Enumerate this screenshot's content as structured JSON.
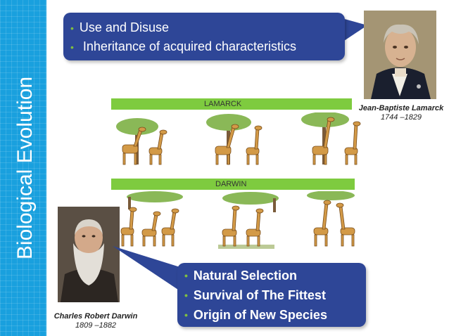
{
  "sidebar": {
    "title": "Biological Evolution",
    "color": "#19a0de"
  },
  "lamarck_bubble": {
    "items": [
      "Use and Disuse",
      " Inheritance of acquired characteristics"
    ]
  },
  "darwin_bubble": {
    "items": [
      "Natural Selection",
      "Survival of The Fittest",
      "Origin of New Species"
    ]
  },
  "lamarck": {
    "name": "Jean-Baptiste Lamarck",
    "years": "1744 –1829"
  },
  "darwin": {
    "name": "Charles Robert Darwin",
    "years": "1809 –1882"
  },
  "bands": {
    "lamarck_label": "LAMARCK",
    "darwin_label": "DARWIN",
    "color": "#7ecb3f"
  },
  "colors": {
    "bubble": "#2e4697",
    "bullet": "#7fbf3f"
  }
}
